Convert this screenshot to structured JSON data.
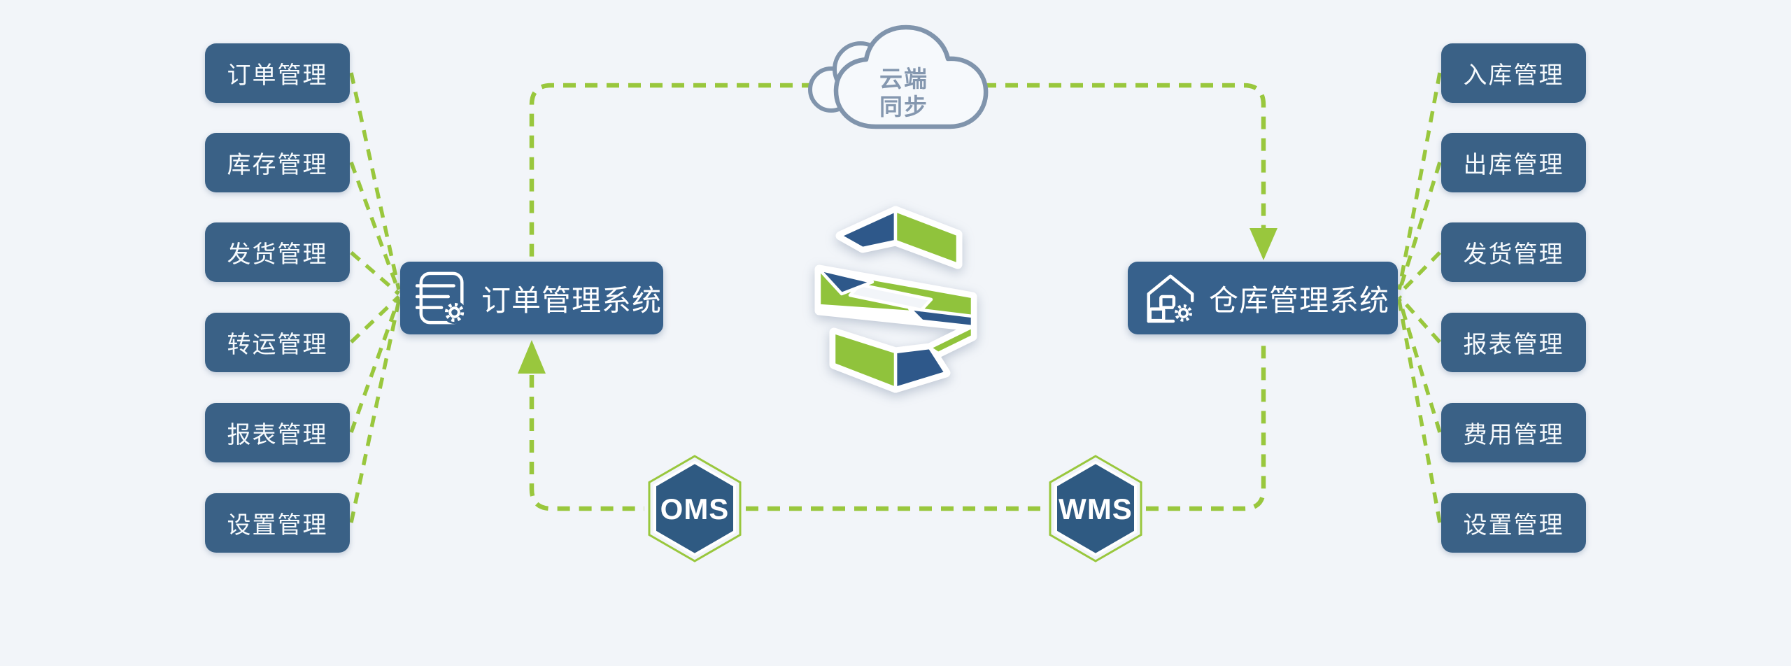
{
  "diagram": {
    "cloud": {
      "line1": "云端",
      "line2": "同步"
    },
    "left_system": {
      "label": "订单管理系统",
      "icon": "order-document-gear-icon"
    },
    "right_system": {
      "label": "仓库管理系统",
      "icon": "warehouse-gear-icon"
    },
    "oms_badge": {
      "label": "OMS"
    },
    "wms_badge": {
      "label": "WMS"
    },
    "left_modules": [
      "订单管理",
      "库存管理",
      "发货管理",
      "转运管理",
      "报表管理",
      "设置管理"
    ],
    "right_modules": [
      "入库管理",
      "出库管理",
      "发货管理",
      "报表管理",
      "费用管理",
      "设置管理"
    ],
    "colors": {
      "background": "#f2f5f9",
      "module_box_blue": "#3a6186",
      "system_node_blue": "#37618c",
      "hexagon_blue": "#2f5a82",
      "connector_green": "#99c73d",
      "logo_green": "#90c33c",
      "logo_blue": "#2e588a",
      "cloud_outline": "#8094ac"
    }
  }
}
